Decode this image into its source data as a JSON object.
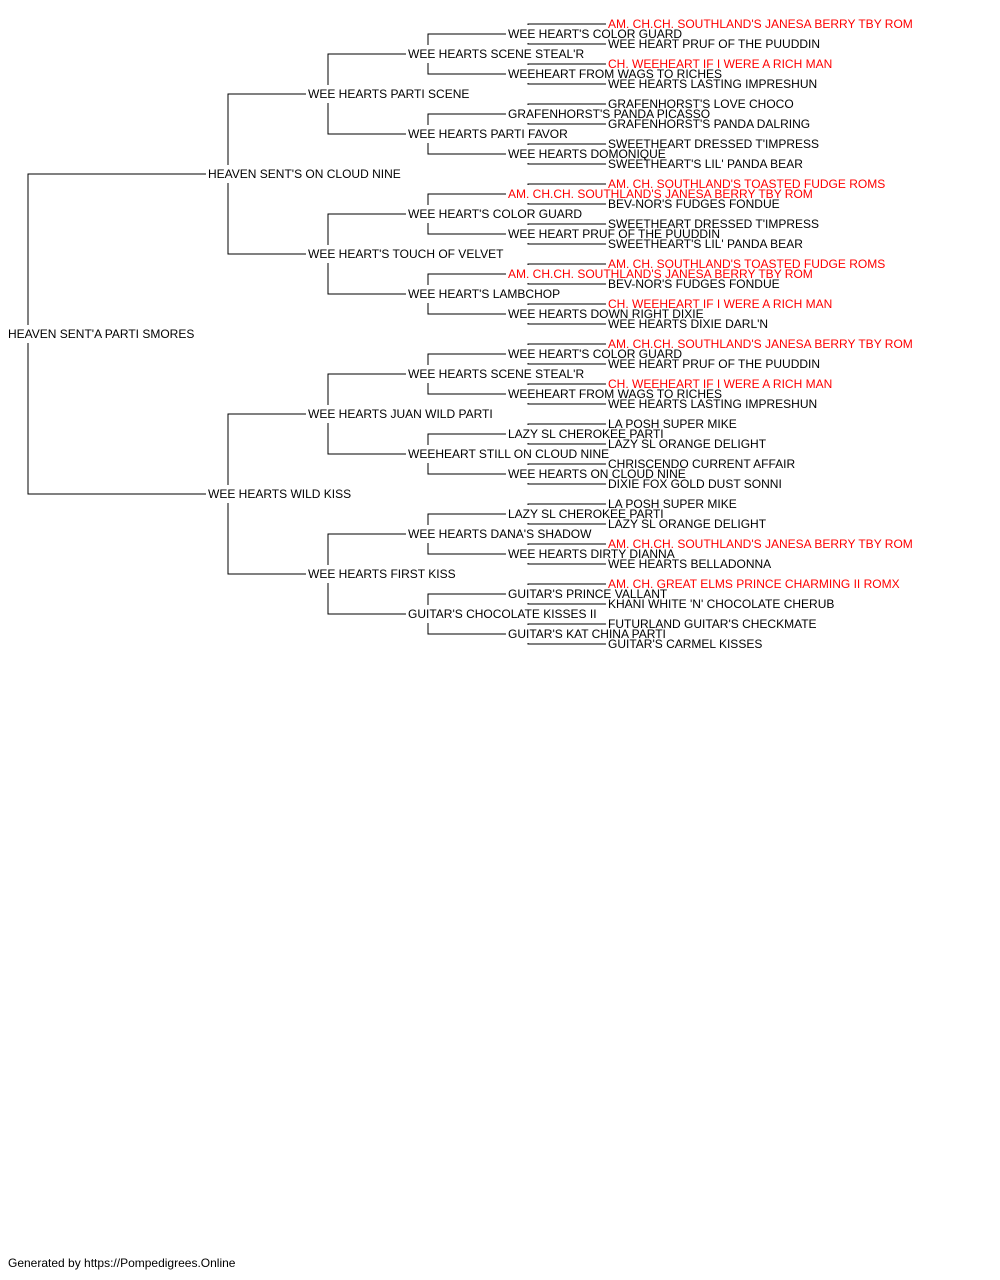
{
  "colors": {
    "text": "#000000",
    "champion": "#ff0000",
    "line": "#000000"
  },
  "subject": "HEAVEN SENT'A PARTI SMORES",
  "footer": "Generated by https://Pompedigrees.Online",
  "pedigree": [
    {
      "name": "HEAVEN SENT'A PARTI SMORES",
      "champion": false,
      "children": [
        1,
        2
      ]
    },
    {
      "name": "HEAVEN SENT'S ON CLOUD NINE",
      "champion": false,
      "children": [
        3,
        4
      ]
    },
    {
      "name": "WEE HEARTS WILD KISS",
      "champion": false,
      "children": [
        5,
        6
      ]
    },
    {
      "name": "WEE HEARTS PARTI SCENE",
      "champion": false,
      "children": [
        7,
        8
      ]
    },
    {
      "name": "WEE HEART'S TOUCH OF VELVET",
      "champion": false,
      "children": [
        9,
        10
      ]
    },
    {
      "name": "WEE HEARTS JUAN WILD PARTI",
      "champion": false,
      "children": [
        11,
        12
      ]
    },
    {
      "name": "WEE HEARTS FIRST KISS",
      "champion": false,
      "children": [
        13,
        14
      ]
    },
    {
      "name": "WEE HEARTS SCENE STEAL'R",
      "champion": false,
      "children": [
        15,
        16
      ]
    },
    {
      "name": "WEE HEARTS PARTI FAVOR",
      "champion": false,
      "children": [
        17,
        18
      ]
    },
    {
      "name": "WEE HEART'S COLOR GUARD",
      "champion": false,
      "children": [
        19,
        20
      ]
    },
    {
      "name": "WEE HEART'S LAMBCHOP",
      "champion": false,
      "children": [
        21,
        22
      ]
    },
    {
      "name": "WEE HEARTS SCENE STEAL'R",
      "champion": false,
      "children": [
        23,
        24
      ]
    },
    {
      "name": "WEEHEART STILL ON CLOUD NINE",
      "champion": false,
      "children": [
        25,
        26
      ]
    },
    {
      "name": "WEE HEARTS DANA'S SHADOW",
      "champion": false,
      "children": [
        27,
        28
      ]
    },
    {
      "name": "GUITAR'S CHOCOLATE KISSES II",
      "champion": false,
      "children": [
        29,
        30
      ]
    },
    {
      "name": "WEE HEART'S COLOR GUARD",
      "champion": false,
      "children": [
        31,
        32
      ]
    },
    {
      "name": "WEEHEART FROM WAGS TO RICHES",
      "champion": false,
      "children": [
        33,
        34
      ]
    },
    {
      "name": "GRAFENHORST'S PANDA PICASSO",
      "champion": false,
      "children": [
        35,
        36
      ]
    },
    {
      "name": "WEE HEARTS DOMONIQUE",
      "champion": false,
      "children": [
        37,
        38
      ]
    },
    {
      "name": "AM. CH.CH. SOUTHLAND'S JANESA BERRY TBY ROM",
      "champion": true,
      "children": [
        39,
        40
      ]
    },
    {
      "name": "WEE HEART PRUF OF THE PUUDDIN",
      "champion": false,
      "children": [
        41,
        42
      ]
    },
    {
      "name": "AM. CH.CH. SOUTHLAND'S JANESA BERRY TBY ROM",
      "champion": true,
      "children": [
        43,
        44
      ]
    },
    {
      "name": "WEE HEARTS DOWN RIGHT DIXIE",
      "champion": false,
      "children": [
        45,
        46
      ]
    },
    {
      "name": "WEE HEART'S COLOR GUARD",
      "champion": false,
      "children": [
        47,
        48
      ]
    },
    {
      "name": "WEEHEART FROM WAGS TO RICHES",
      "champion": false,
      "children": [
        49,
        50
      ]
    },
    {
      "name": "LAZY SL CHEROKEE PARTI",
      "champion": false,
      "children": [
        51,
        52
      ]
    },
    {
      "name": "WEE HEARTS ON CLOUD NINE",
      "champion": false,
      "children": [
        53,
        54
      ]
    },
    {
      "name": "LAZY SL CHEROKEE PARTI",
      "champion": false,
      "children": [
        55,
        56
      ]
    },
    {
      "name": "WEE HEARTS DIRTY DIANNA",
      "champion": false,
      "children": [
        57,
        58
      ]
    },
    {
      "name": "GUITAR'S PRINCE VALLANT",
      "champion": false,
      "children": [
        59,
        60
      ]
    },
    {
      "name": "GUITAR'S KAT CHINA PARTI",
      "champion": false,
      "children": [
        61,
        62
      ]
    },
    {
      "name": "AM. CH.CH. SOUTHLAND'S JANESA BERRY TBY ROM",
      "champion": true,
      "children": []
    },
    {
      "name": "WEE HEART PRUF OF THE PUUDDIN",
      "champion": false,
      "children": []
    },
    {
      "name": "CH. WEEHEART IF I WERE A RICH MAN",
      "champion": true,
      "children": []
    },
    {
      "name": "WEE HEARTS LASTING IMPRESHUN",
      "champion": false,
      "children": []
    },
    {
      "name": "GRAFENHORST'S LOVE CHOCO",
      "champion": false,
      "children": []
    },
    {
      "name": "GRAFENHORST'S PANDA DALRING",
      "champion": false,
      "children": []
    },
    {
      "name": "SWEETHEART DRESSED T'IMPRESS",
      "champion": false,
      "children": []
    },
    {
      "name": "SWEETHEART'S LIL' PANDA BEAR",
      "champion": false,
      "children": []
    },
    {
      "name": "AM. CH. SOUTHLAND'S TOASTED FUDGE ROMS",
      "champion": true,
      "children": []
    },
    {
      "name": "BEV-NOR'S FUDGES FONDUE",
      "champion": false,
      "children": []
    },
    {
      "name": "SWEETHEART DRESSED T'IMPRESS",
      "champion": false,
      "children": []
    },
    {
      "name": "SWEETHEART'S LIL' PANDA BEAR",
      "champion": false,
      "children": []
    },
    {
      "name": "AM. CH. SOUTHLAND'S TOASTED FUDGE ROMS",
      "champion": true,
      "children": []
    },
    {
      "name": "BEV-NOR'S FUDGES FONDUE",
      "champion": false,
      "children": []
    },
    {
      "name": "CH. WEEHEART IF I WERE A RICH MAN",
      "champion": true,
      "children": []
    },
    {
      "name": "WEE HEARTS DIXIE DARL'N",
      "champion": false,
      "children": []
    },
    {
      "name": "AM. CH.CH. SOUTHLAND'S JANESA BERRY TBY ROM",
      "champion": true,
      "children": []
    },
    {
      "name": "WEE HEART PRUF OF THE PUUDDIN",
      "champion": false,
      "children": []
    },
    {
      "name": "CH. WEEHEART IF I WERE A RICH MAN",
      "champion": true,
      "children": []
    },
    {
      "name": "WEE HEARTS LASTING IMPRESHUN",
      "champion": false,
      "children": []
    },
    {
      "name": "LA POSH SUPER MIKE",
      "champion": false,
      "children": []
    },
    {
      "name": "LAZY SL ORANGE DELIGHT",
      "champion": false,
      "children": []
    },
    {
      "name": "CHRISCENDO CURRENT AFFAIR",
      "champion": false,
      "children": []
    },
    {
      "name": "DIXIE FOX GOLD DUST SONNI",
      "champion": false,
      "children": []
    },
    {
      "name": "LA POSH SUPER MIKE",
      "champion": false,
      "children": []
    },
    {
      "name": "LAZY SL ORANGE DELIGHT",
      "champion": false,
      "children": []
    },
    {
      "name": "AM. CH.CH. SOUTHLAND'S JANESA BERRY TBY ROM",
      "champion": true,
      "children": []
    },
    {
      "name": "WEE HEARTS BELLADONNA",
      "champion": false,
      "children": []
    },
    {
      "name": "AM. CH. GREAT ELMS PRINCE CHARMING II ROMX",
      "champion": true,
      "children": []
    },
    {
      "name": "KHANI WHITE 'N' CHOCOLATE CHERUB",
      "champion": false,
      "children": []
    },
    {
      "name": "FUTURLAND GUITAR'S CHECKMATE",
      "champion": false,
      "children": []
    },
    {
      "name": "GUITAR'S CARMEL KISSES",
      "champion": false,
      "children": []
    }
  ]
}
